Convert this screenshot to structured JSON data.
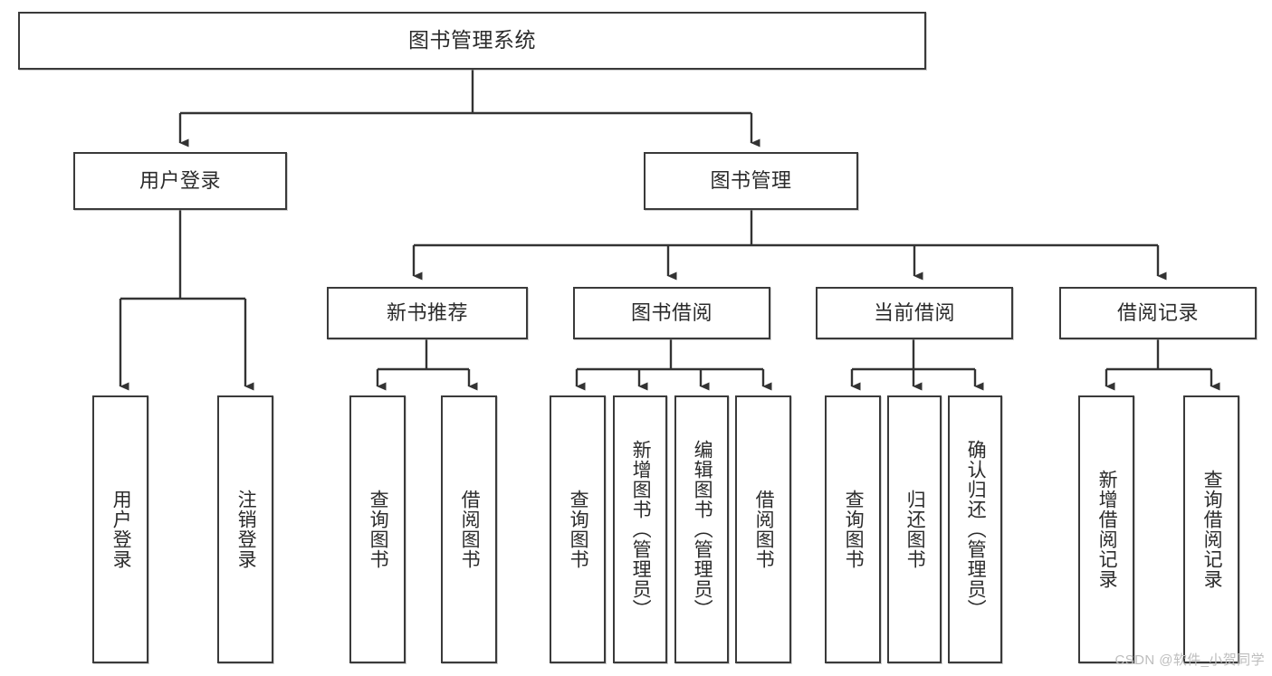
{
  "diagram": {
    "type": "tree-hierarchy",
    "title": "图书管理系统",
    "watermark": "CSDN @软件_小贺同学",
    "colors": {
      "node_border": "#3a3a3a",
      "node_fill": "#ffffff",
      "edge": "#333333",
      "text": "#2b2b2b",
      "watermark": "#bdbdbd",
      "background": "#ffffff"
    },
    "levels": {
      "root": {
        "label": "图书管理系统"
      },
      "level2": [
        {
          "label": "用户登录"
        },
        {
          "label": "图书管理"
        }
      ],
      "level3": [
        {
          "label": "新书推荐"
        },
        {
          "label": "图书借阅"
        },
        {
          "label": "当前借阅"
        },
        {
          "label": "借阅记录"
        }
      ],
      "leaves": {
        "user_login": [
          {
            "label": "用户登录"
          },
          {
            "label": "注销登录"
          }
        ],
        "new_book_recommend": [
          {
            "label": "查询图书"
          },
          {
            "label": "借阅图书"
          }
        ],
        "book_borrow": [
          {
            "label": "查询图书"
          },
          {
            "label": "新增图书（管理员）"
          },
          {
            "label": "编辑图书（管理员）"
          },
          {
            "label": "借阅图书"
          }
        ],
        "current_borrow": [
          {
            "label": "查询图书"
          },
          {
            "label": "归还图书"
          },
          {
            "label": "确认归还（管理员）"
          }
        ],
        "borrow_record": [
          {
            "label": "新增借阅记录"
          },
          {
            "label": "查询借阅记录"
          }
        ]
      }
    }
  }
}
